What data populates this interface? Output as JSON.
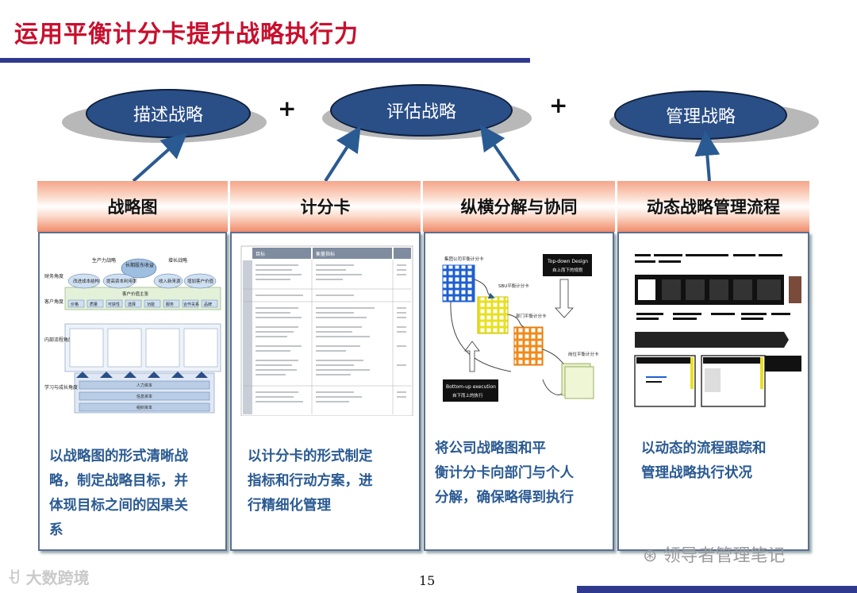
{
  "title": "运用平衡计分卡提升战略执行力",
  "ovals": [
    "描述战略",
    "评估战略",
    "管理战略"
  ],
  "plus": "+",
  "bands": [
    "战略图",
    "计分卡",
    "纵横分解与协同",
    "动态战略管理流程"
  ],
  "panel_texts": [
    [
      "以战略图的形式清晰战",
      "略，制定战略目标，并",
      "体现目标之间的因果关",
      "系"
    ],
    [
      "以计分卡的形式制定",
      "指标和行动方案，进",
      "行精细化管理"
    ],
    [
      "将公司战略图和平",
      "衡计分卡向部门与个人",
      "分解，确保略得到执行"
    ],
    [
      "以动态的流程跟踪和",
      "管理战略执行状况"
    ]
  ],
  "strategy_map": {
    "layers": [
      "财务角度",
      "客户角度",
      "内部流程角度",
      "学习与成长角度"
    ],
    "top": [
      "生产力战略",
      "长期股东收益",
      "增长战略"
    ],
    "finance": [
      "改进成本结构",
      "提高资本利用率",
      "收入新来源",
      "增加客户价值"
    ],
    "customer_value": "客户价值主张",
    "customer": [
      "价格",
      "质量",
      "可获性",
      "选择",
      "功能",
      "服务",
      "合作关系",
      "品牌"
    ],
    "learning": [
      "人力资本",
      "信息资本",
      "组织资本"
    ]
  },
  "scorecard_headers": [
    "目标",
    "衡量指标"
  ],
  "cascade": {
    "company": "集团公司平衡计分卡",
    "sbu": "SBU平衡计分卡",
    "dept": "部门平衡计分卡",
    "person": "岗位平衡计分卡",
    "topdown_title": "Top-down Design",
    "topdown_sub": "自上而下的规划",
    "bottomup_title": "Bottom-up execution",
    "bottomup_sub": "自下而上的执行"
  },
  "page_number": "15",
  "watermark_left": "大数跨境",
  "watermark_right": "领导者管理笔记"
}
